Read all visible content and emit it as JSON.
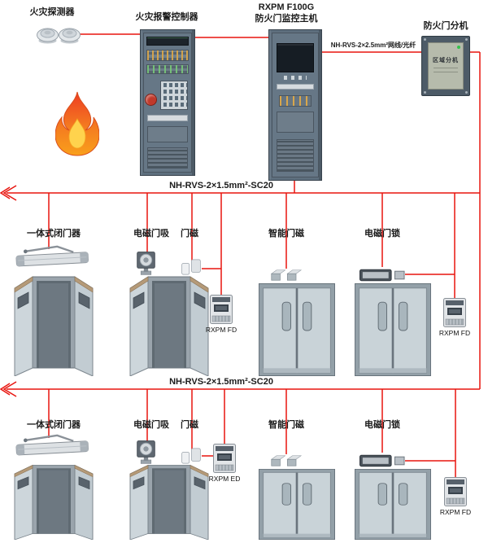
{
  "header": {
    "detectors_label": "火灾探测器",
    "alarm_controller_label": "火灾报警控制器",
    "host_label_line1": "RXPM F100G",
    "host_label_line2": "防火门监控主机",
    "extension_label": "防火门分机",
    "extension_panel_text": "区域分机",
    "host_extension_cable_label": "NH-RVS-2×2.5mm²网线/光纤"
  },
  "bus1": {
    "cable_label": "NH-RVS-2×1.5mm²-SC20"
  },
  "bus2": {
    "cable_label": "NH-RVS-2×1.5mm²-SC20"
  },
  "row1": {
    "closer_label": "一体式闭门器",
    "holder_label": "电磁门吸",
    "contact_label": "门磁",
    "smart_label": "智能门磁",
    "maglock_label": "电磁门锁",
    "module1_label": "RXPM FD",
    "module2_label": "RXPM FD"
  },
  "row2": {
    "closer_label": "一体式闭门器",
    "holder_label": "电磁门吸",
    "contact_label": "门磁",
    "smart_label": "智能门磁",
    "maglock_label": "电磁门锁",
    "module1_label": "RXPM ED",
    "module2_label": "RXPM FD"
  },
  "colors": {
    "wire": "#e8150f",
    "cabinet": "#5e6f7e",
    "door": "#c9d3d8",
    "flame_outer": "#f47b20",
    "flame_inner": "#ffd34d"
  }
}
